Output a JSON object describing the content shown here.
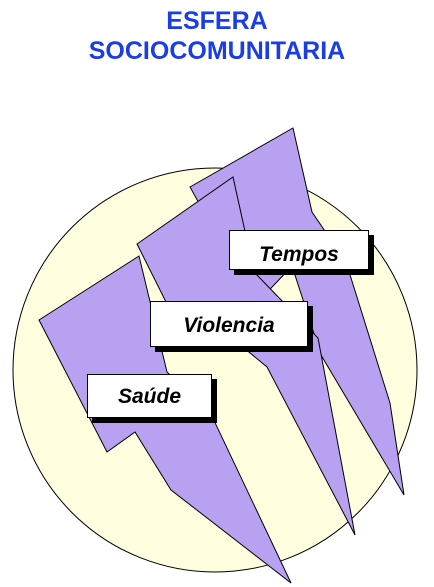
{
  "title": {
    "line1": "ESFERA",
    "line2": "SOCIOCOMUNITARIA"
  },
  "labels": {
    "tempos": "Tempos",
    "violencia": "Violencia",
    "saude": "Saúde"
  },
  "colors": {
    "title": "#1a3de6",
    "circle_fill": "#ffffe0",
    "bolt_fill": "#b9a1f2",
    "outline": "#000000"
  }
}
